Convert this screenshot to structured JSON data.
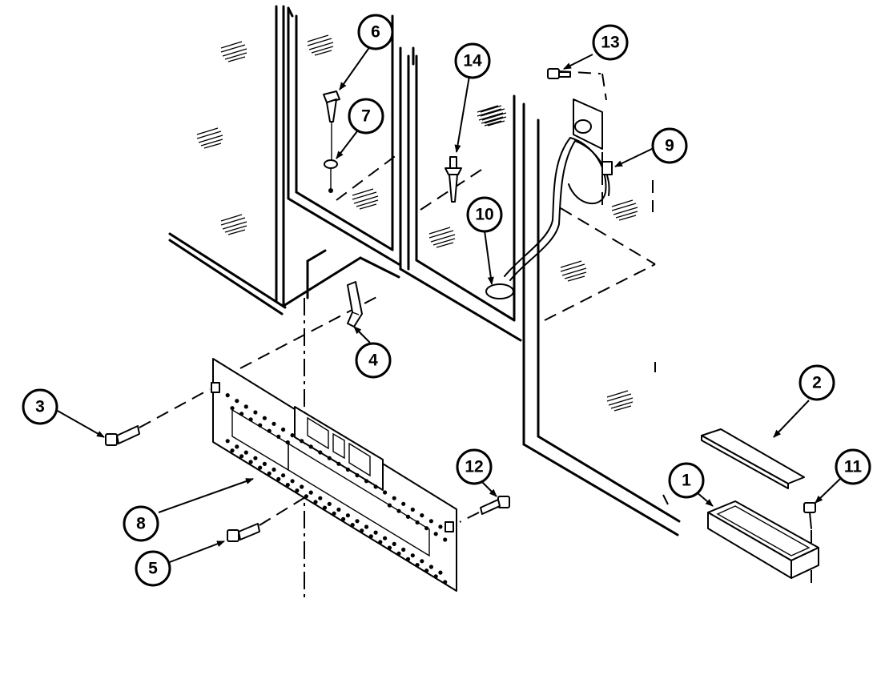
{
  "callouts": [
    "1",
    "2",
    "3",
    "4",
    "5",
    "6",
    "7",
    "8",
    "9",
    "10",
    "11",
    "12",
    "13",
    "14"
  ],
  "colors": {
    "ink": "#000000",
    "background": "#ffffff"
  }
}
